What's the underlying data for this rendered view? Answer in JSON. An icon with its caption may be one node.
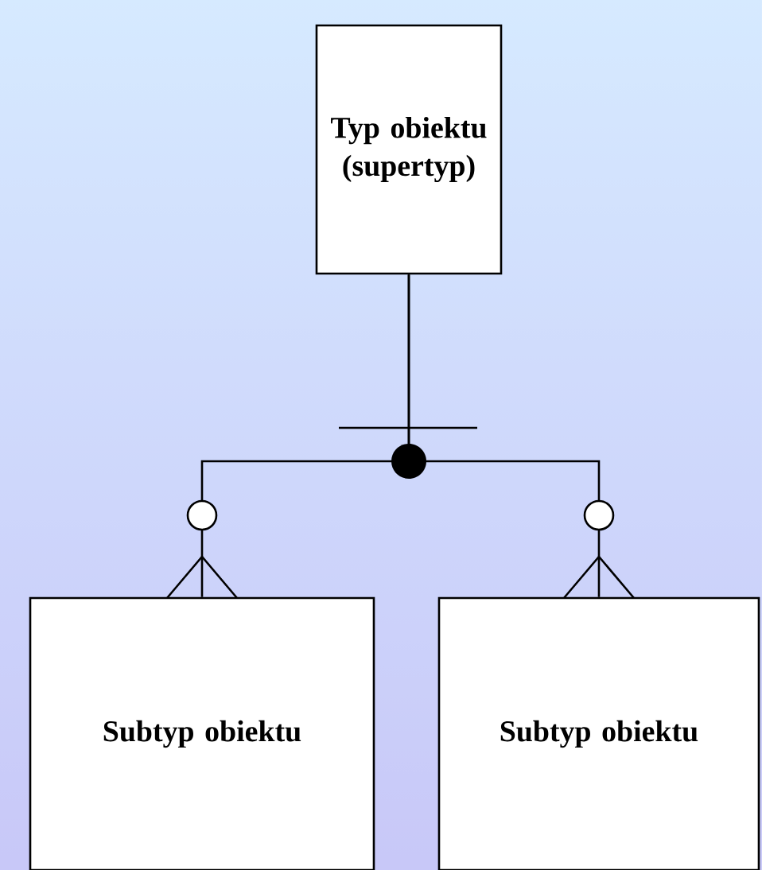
{
  "diagram": {
    "nodes": [
      {
        "text": [
          "Typ obiektu (supertyp)"
        ]
      },
      {
        "text": [
          "Subtyp obiektu"
        ]
      },
      {
        "text": [
          "Subtyp obiektu"
        ]
      }
    ],
    "edges": [
      {
        "from": 0,
        "to": 1,
        "arrow": "other"
      },
      {
        "from": 0,
        "to": 2,
        "arrow": "other"
      }
    ]
  }
}
